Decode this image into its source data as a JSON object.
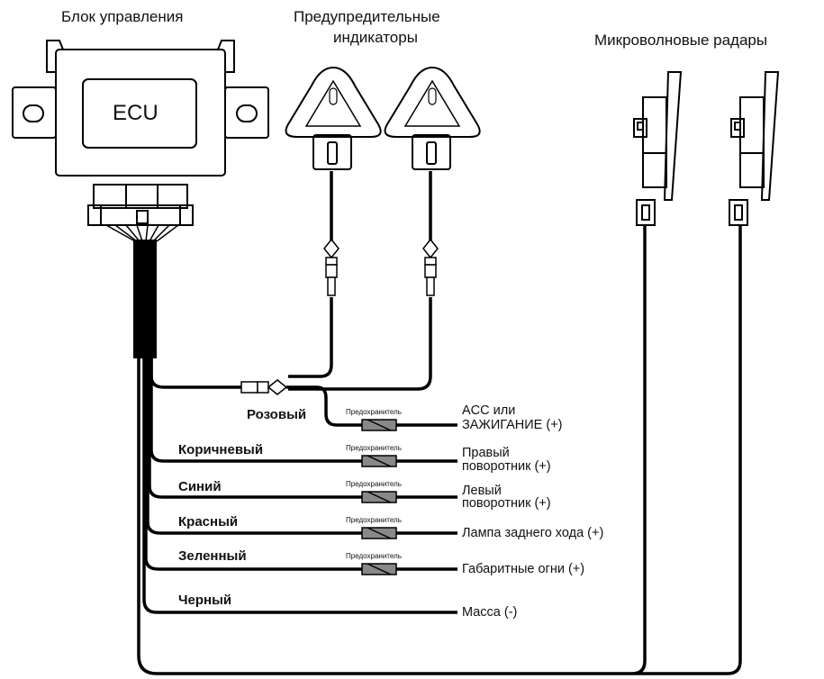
{
  "headers": {
    "ecu_block": "Блок управления",
    "indicators_line1": "Предупредительные",
    "indicators_line2": "индикаторы",
    "radars": "Микроволновые радары"
  },
  "ecu_label": "ECU",
  "fuse_label": "Предохранитель",
  "wires": [
    {
      "color_name": "Розовый",
      "dest_line1": "ACC или",
      "dest_line2": "ЗАЖИГАНИЕ (+)"
    },
    {
      "color_name": "Коричневый",
      "dest_line1": "Правый",
      "dest_line2": "поворотник (+)"
    },
    {
      "color_name": "Синий",
      "dest_line1": "Левый",
      "dest_line2": "поворотник (+)"
    },
    {
      "color_name": "Красный",
      "dest_line1": "Лампа заднего хода (+)",
      "dest_line2": ""
    },
    {
      "color_name": "Зеленный",
      "dest_line1": "Габаритные огни (+)",
      "dest_line2": ""
    },
    {
      "color_name": "Черный",
      "dest_line1": "Масса (-)",
      "dest_line2": ""
    }
  ]
}
